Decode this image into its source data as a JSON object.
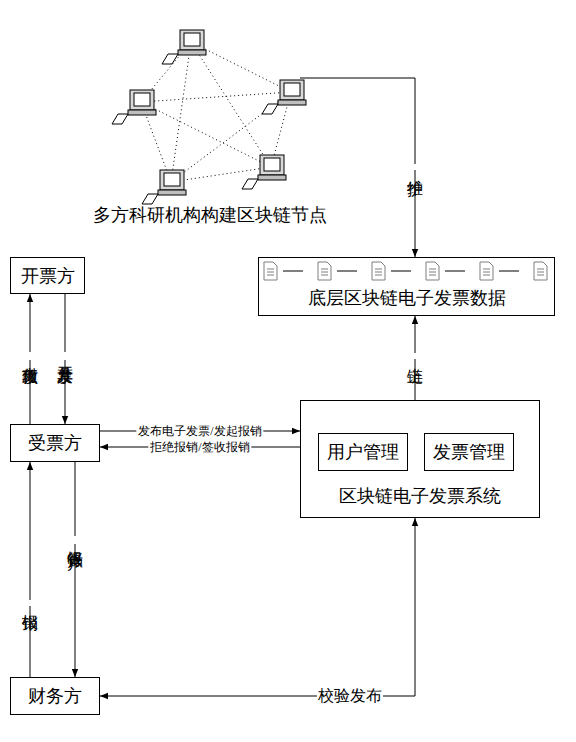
{
  "diagram": {
    "nodes": [
      {
        "text": [
          "多方科研机构构建区块链节点"
        ]
      },
      {
        "text": [
          "底层区块链电子发票数据"
        ]
      },
      {
        "text": [
          "开票方"
        ]
      },
      {
        "text": [
          "受票方"
        ]
      },
      {
        "text": [
          "区块链电子发票系统"
        ]
      },
      {
        "text": [
          "用户管理"
        ],
        "in": 4
      },
      {
        "text": [
          "发票管理"
        ],
        "in": 4
      },
      {
        "text": [
          "财务方"
        ]
      }
    ],
    "edges": [
      {
        "from": 0,
        "to": 1,
        "label": "维护",
        "arrow": "to"
      },
      {
        "from": 4,
        "to": 1,
        "label": "上链",
        "arrow": "to"
      },
      {
        "from": 2,
        "to": 3,
        "label": "开具发票",
        "arrow": "to"
      },
      {
        "from": 3,
        "to": 2,
        "label": "支付款项",
        "arrow": "to"
      },
      {
        "from": 3,
        "to": 4,
        "label": "发布电子发票/发起报销",
        "arrow": "to"
      },
      {
        "from": 4,
        "to": 3,
        "label": "拒绝报销/签收报销",
        "arrow": "to"
      },
      {
        "from": 3,
        "to": 7,
        "label": "银行账户",
        "arrow": "to"
      },
      {
        "from": 7,
        "to": 3,
        "label": "报销",
        "arrow": "to"
      },
      {
        "from": 4,
        "to": 7,
        "label": "校验发布",
        "arrow": "both"
      }
    ]
  }
}
